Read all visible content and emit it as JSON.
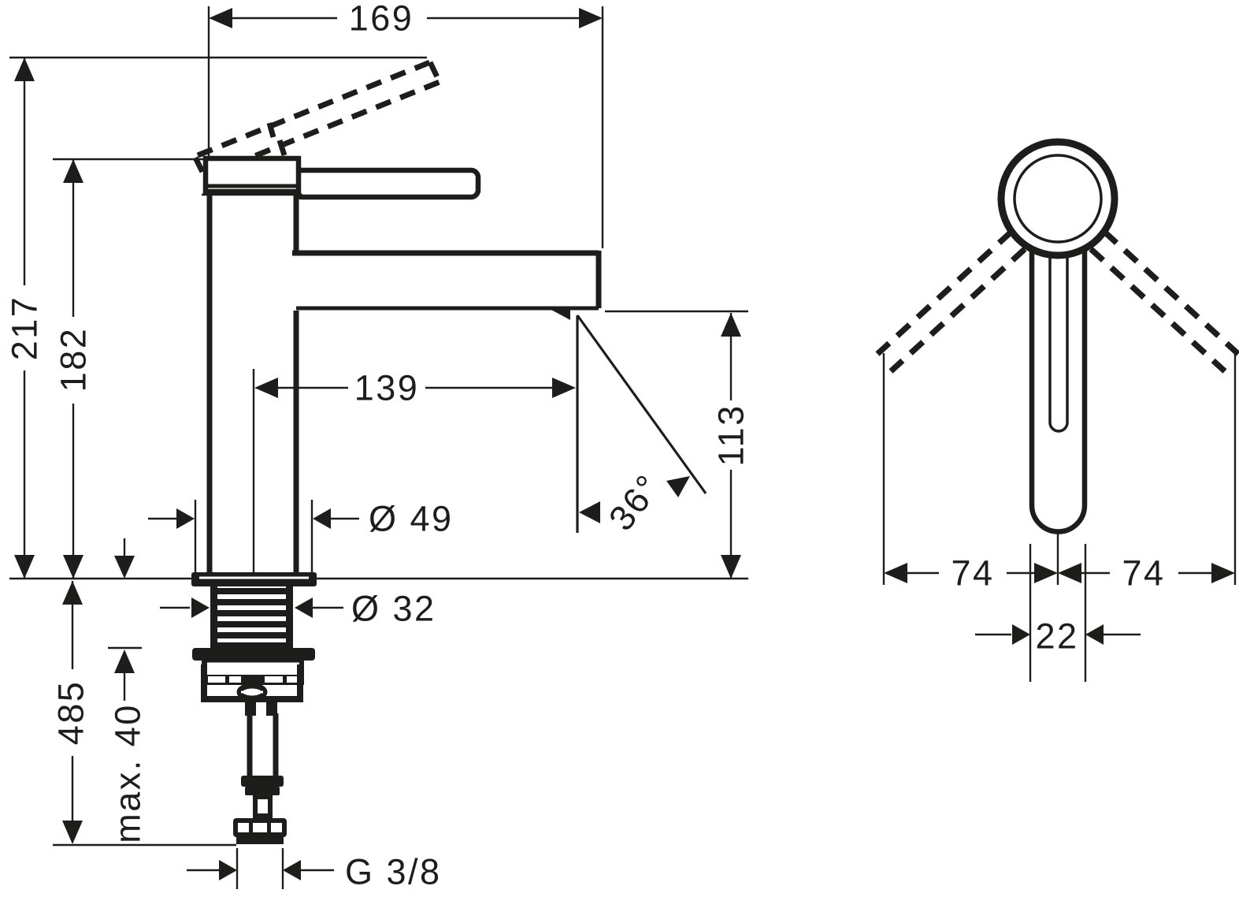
{
  "drawing": {
    "front": {
      "dim_total_reach": "169",
      "dim_total_height": "217",
      "dim_body_height": "182",
      "dim_spout_reach": "139",
      "dim_spout_height": "113",
      "dim_spray_angle": "36°",
      "dim_body_diameter": "Ø 49",
      "dim_shank_diameter": "Ø 32",
      "dim_hose_length": "485",
      "dim_max_mounting_depth": "max. 40",
      "dim_thread_size": "G 3/8"
    },
    "side": {
      "dim_swing_left": "74",
      "dim_swing_right": "74",
      "dim_lever_width": "22"
    },
    "colors": {
      "line": "#1d1d1b",
      "background": "#ffffff"
    }
  }
}
